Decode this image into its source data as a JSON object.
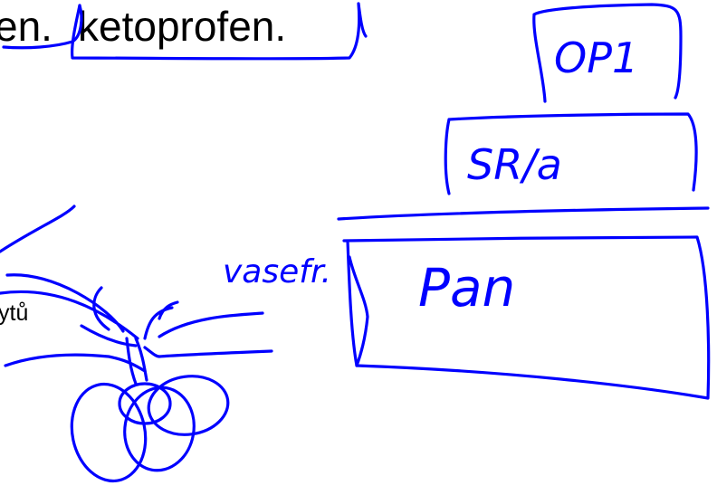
{
  "slide": {
    "top_text_left": "en.",
    "top_text_right": "ketoprofen.",
    "body_fragment": "ytů"
  },
  "handwriting": {
    "box_top": "OP1",
    "box_middle": "SR/a",
    "box_bottom": "Pan",
    "vessel_label": "vasefr."
  },
  "colors": {
    "ink": "#0000ff",
    "text": "#000000",
    "background": "#ffffff"
  }
}
